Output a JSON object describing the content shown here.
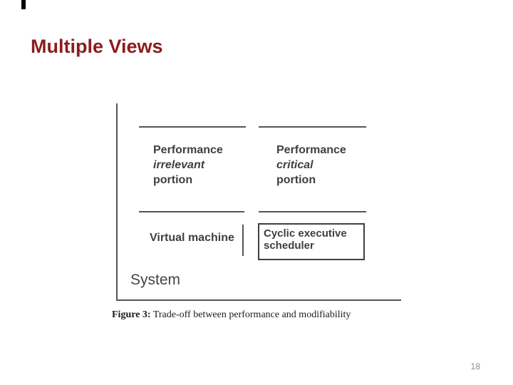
{
  "slide": {
    "title": "Multiple Views",
    "page_number": "18"
  },
  "figure": {
    "top_left_block": {
      "line1": "Performance",
      "line2": "irrelevant",
      "line3": "portion"
    },
    "top_right_block": {
      "line1": "Performance",
      "line2": "critical",
      "line3": "portion"
    },
    "virtual_machine_label": "Virtual machine",
    "scheduler_box_label": "Cyclic executive scheduler",
    "system_label": "System",
    "caption_bold": "Figure 3:",
    "caption_text": "Trade-off between performance and modifiability"
  },
  "colors": {
    "title": "#8b1d1d",
    "figure_text": "#3f3f3f",
    "figure_line": "#555555",
    "caption": "#1b1b1b",
    "page_number": "#8a8a8a"
  }
}
